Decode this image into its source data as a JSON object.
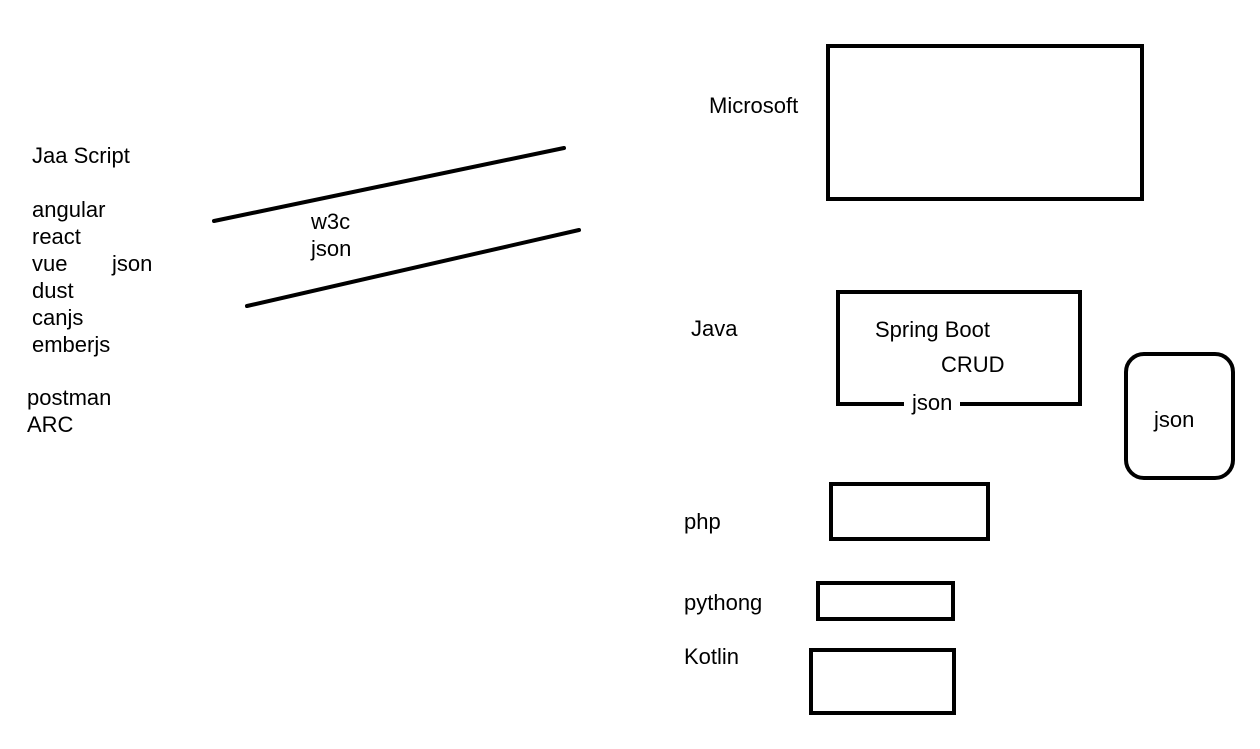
{
  "left_column": {
    "title": "Jaa Script",
    "frameworks": [
      "angular",
      "react",
      "vue",
      "dust",
      "canjs",
      "emberjs"
    ],
    "vue_side_label": "json",
    "tools": [
      "postman",
      "ARC"
    ]
  },
  "middle": {
    "labels": [
      "w3c",
      "json"
    ]
  },
  "right_column": {
    "microsoft_label": "Microsoft",
    "java_label": "Java",
    "spring_box": {
      "title": "Spring Boot",
      "subtitle": "CRUD",
      "bottom_label": "json"
    },
    "json_box_label": "json",
    "php_label": "php",
    "python_label": "pythong",
    "kotlin_label": "Kotlin"
  }
}
